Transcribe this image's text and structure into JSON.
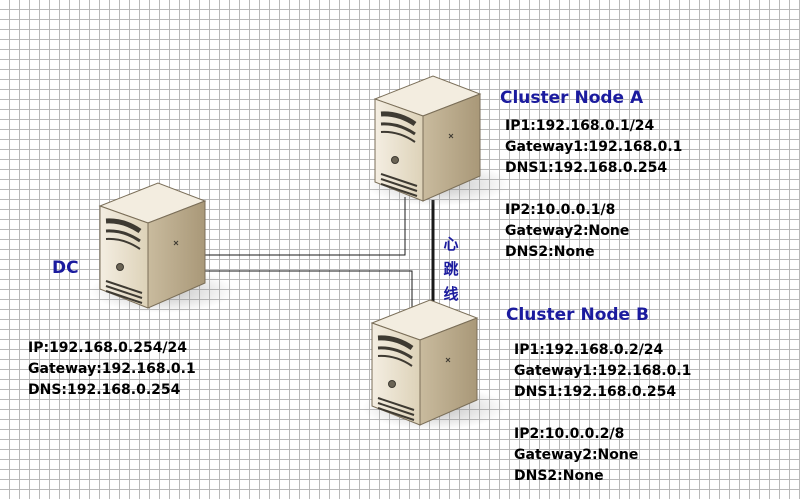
{
  "dc": {
    "title": "DC",
    "lines": [
      "IP:192.168.0.254/24",
      "Gateway:192.168.0.1",
      "DNS:192.168.0.254"
    ]
  },
  "node_a": {
    "title": "Cluster Node A",
    "lines": [
      "IP1:192.168.0.1/24",
      "Gateway1:192.168.0.1",
      "DNS1:192.168.0.254",
      "",
      "IP2:10.0.0.1/8",
      "Gateway2:None",
      "DNS2:None"
    ]
  },
  "node_b": {
    "title": "Cluster Node B",
    "lines": [
      "IP1:192.168.0.2/24",
      "Gateway1:192.168.0.1",
      "DNS1:192.168.0.254",
      "",
      "IP2:10.0.0.2/8",
      "Gateway2:None",
      "DNS2:None"
    ]
  },
  "heartbeat_label": [
    "心",
    "跳",
    "线"
  ],
  "colors": {
    "label_blue": "#1b1b9e",
    "server_body": "#e7ddc7",
    "server_side": "#b7a78a",
    "server_top": "#f3ede0",
    "grid": "#b8b8b8"
  }
}
